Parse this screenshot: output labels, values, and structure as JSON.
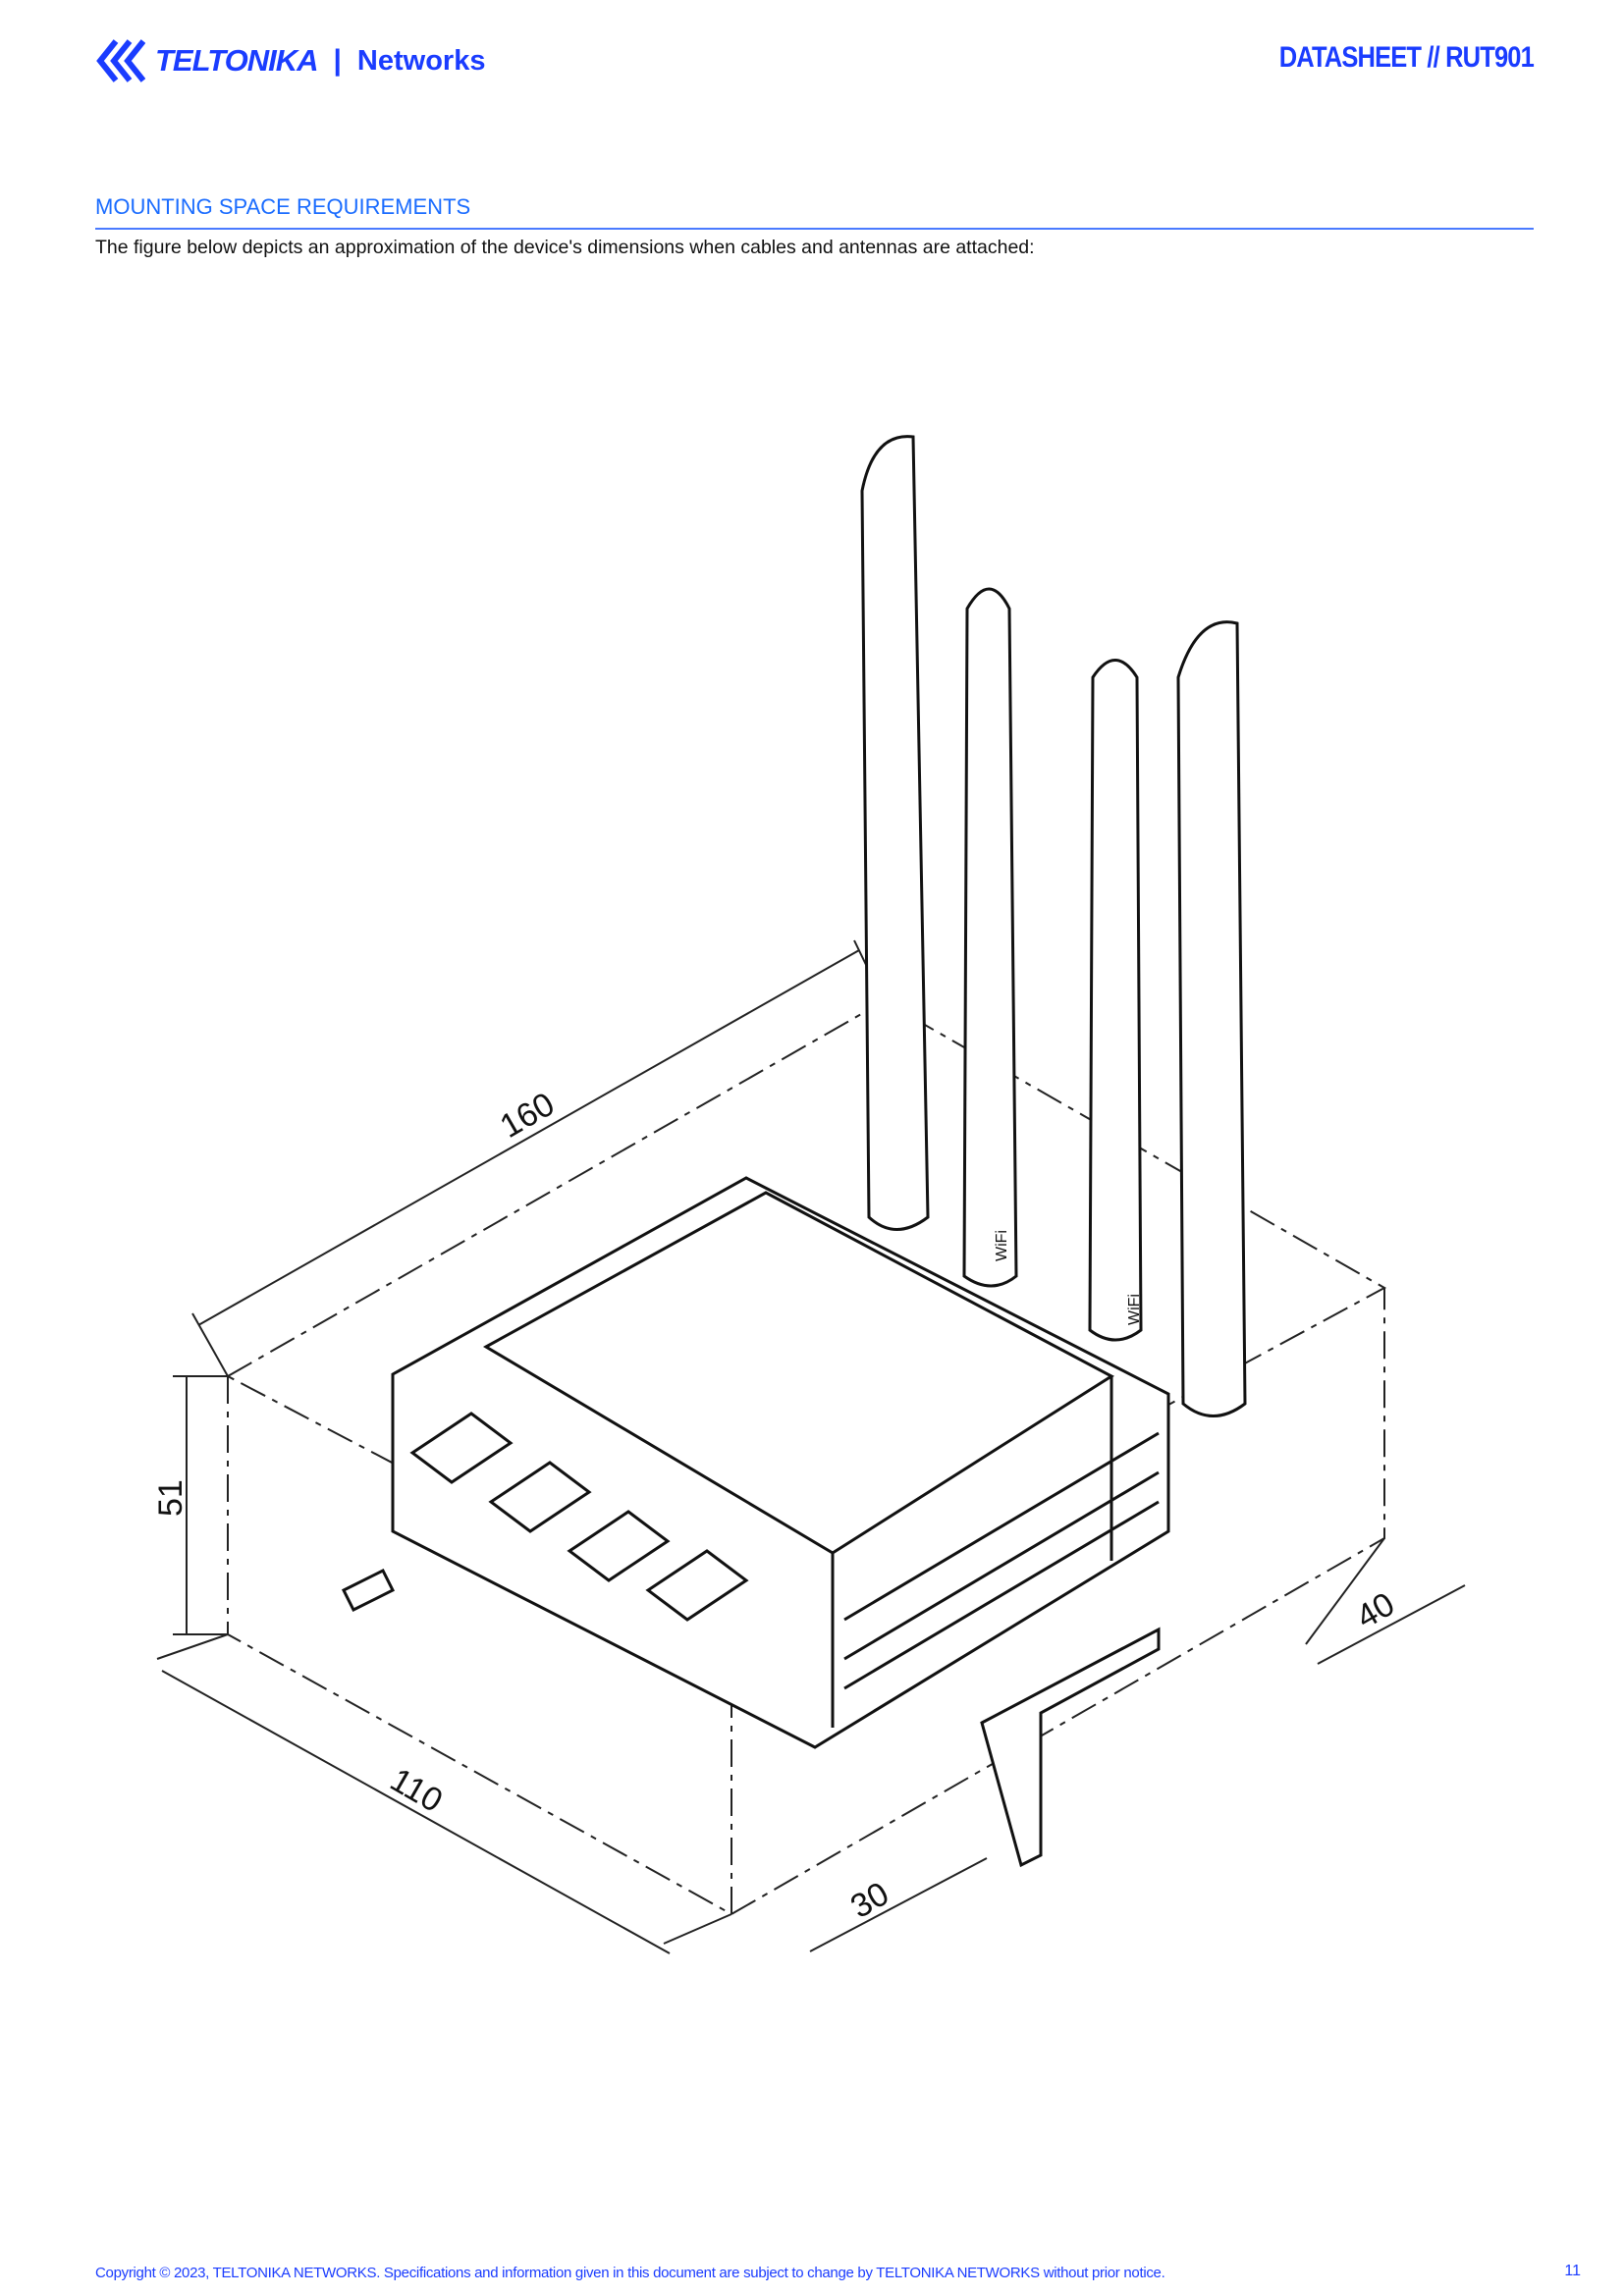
{
  "header": {
    "brand": "TELTONIKA",
    "brand_suffix": "Networks",
    "separator": "|",
    "doc_title": "DATASHEET // RUT901"
  },
  "section": {
    "title": "MOUNTING SPACE REQUIREMENTS",
    "intro": "The figure below depicts an approximation of the device's dimensions when cables and antennas are attached:"
  },
  "figure": {
    "dimensions": {
      "length": "160",
      "height": "51",
      "width": "110",
      "rail_depth": "30",
      "side": "40"
    },
    "antenna_label": "WiFi"
  },
  "footer": {
    "copyright": "Copyright © 2023, TELTONIKA NETWORKS. Specifications and information given in this document are subject to change by TELTONIKA NETWORKS without prior notice.",
    "page": "11"
  }
}
